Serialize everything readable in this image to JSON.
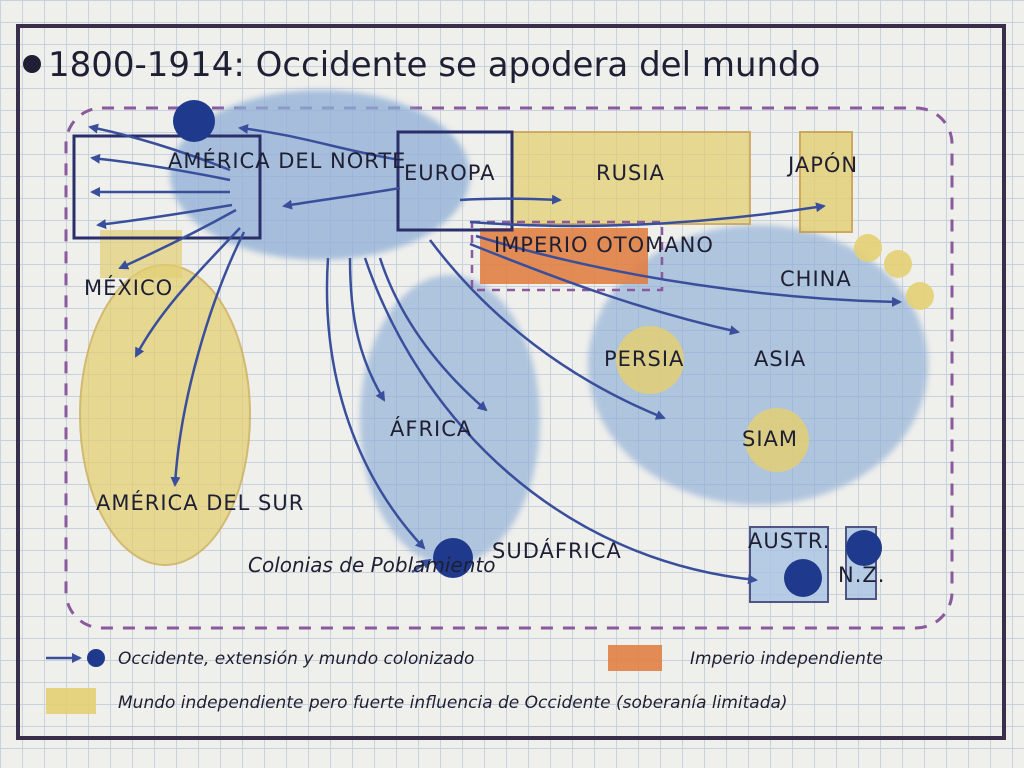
{
  "title": "1800-1914: Occidente se apodera del mundo",
  "regions": {
    "america_del_norte": "AMÉRICA DEL NORTE",
    "europa": "EUROPA",
    "rusia": "RUSIA",
    "japon": "JAPÓN",
    "imperio_otomano": "IMPERIO OTOMANO",
    "mexico": "MÉXICO",
    "china": "CHINA",
    "persia": "PERSIA",
    "asia": "ASIA",
    "africa": "ÁFRICA",
    "siam": "SIAM",
    "america_del_sur": "AMÉRICA DEL SUR",
    "sudafrica": "SUDÁFRICA",
    "australia": "AUSTR.",
    "nueva_zelanda": "N.Z."
  },
  "annotations": {
    "colonias": "Colonias de Poblamiento"
  },
  "legend": {
    "colonized": "Occidente, extensión y mundo colonizado",
    "independent_empire": "Imperio independiente",
    "limited_sovereignty": "Mundo independiente pero fuerte influencia de Occidente (soberanía limitada)"
  },
  "colors": {
    "paper": "#efefec",
    "ink": "#1f1f33",
    "border": "#3a2f4a",
    "colonized_blue": "#8eaed6",
    "arrow_blue": "#3a4f9c",
    "dot_blue": "#1f3a8c",
    "independent_yellow": "#e3cf73",
    "empire_orange": "#e07f45",
    "dashed_purple": "#8a5a9c"
  }
}
